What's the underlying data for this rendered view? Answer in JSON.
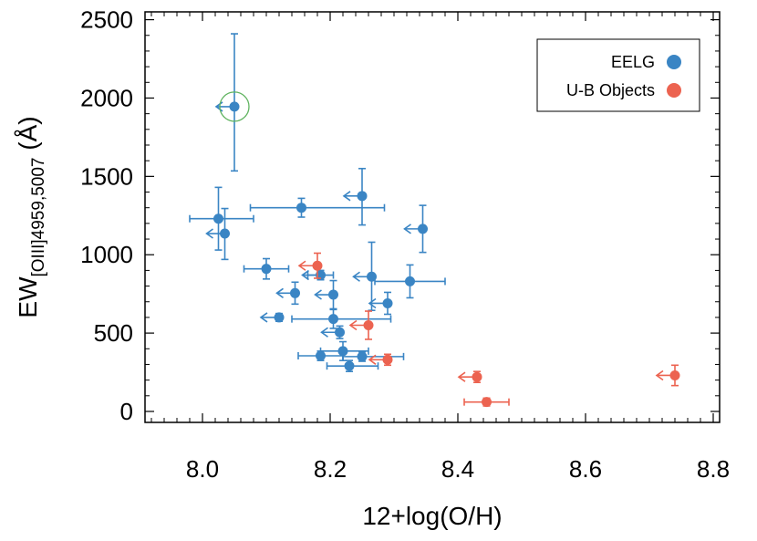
{
  "chart_data": {
    "type": "scatter",
    "xlabel": "12+log(O/H)",
    "ylabel_main": "EW",
    "ylabel_sub": "[OIII]4959,5007",
    "ylabel_unit": " (Å)",
    "xlim": [
      7.91,
      8.81
    ],
    "ylim": [
      -70,
      2550
    ],
    "x_ticks": [
      8.0,
      8.2,
      8.4,
      8.6,
      8.8
    ],
    "x_tick_labels": [
      "8.0",
      "8.2",
      "8.4",
      "8.6",
      "8.8"
    ],
    "y_ticks": [
      0,
      500,
      1000,
      1500,
      2000,
      2500
    ],
    "y_tick_labels": [
      "0",
      "500",
      "1000",
      "1500",
      "2000",
      "2500"
    ],
    "legend_position": "top-right",
    "series": [
      {
        "name": "EELG",
        "color": "#3a85c4",
        "points": [
          {
            "x": 8.05,
            "y": 1945,
            "xerr": [
              0,
              0
            ],
            "yerr": [
              410,
              465
            ],
            "upper_limit": true,
            "highlight": true
          },
          {
            "x": 8.025,
            "y": 1230,
            "xerr": [
              0.045,
              0.055
            ],
            "yerr": [
              200,
              200
            ],
            "upper_limit": false
          },
          {
            "x": 8.035,
            "y": 1135,
            "xerr": [
              0,
              0
            ],
            "yerr": [
              165,
              160
            ],
            "upper_limit": true
          },
          {
            "x": 8.155,
            "y": 1300,
            "xerr": [
              0.08,
              0.13
            ],
            "yerr": [
              60,
              60
            ],
            "upper_limit": false
          },
          {
            "x": 8.25,
            "y": 1375,
            "xerr": [
              0,
              0
            ],
            "yerr": [
              185,
              175
            ],
            "upper_limit": true
          },
          {
            "x": 8.345,
            "y": 1165,
            "xerr": [
              0,
              0
            ],
            "yerr": [
              150,
              150
            ],
            "upper_limit": true
          },
          {
            "x": 8.1,
            "y": 910,
            "xerr": [
              0.035,
              0.035
            ],
            "yerr": [
              65,
              65
            ],
            "upper_limit": false
          },
          {
            "x": 8.185,
            "y": 870,
            "xerr": [
              0.02,
              0.02
            ],
            "yerr": [
              30,
              30
            ],
            "upper_limit": true
          },
          {
            "x": 8.265,
            "y": 860,
            "xerr": [
              0,
              0
            ],
            "yerr": [
              215,
              220
            ],
            "upper_limit": true
          },
          {
            "x": 8.325,
            "y": 830,
            "xerr": [
              0.055,
              0.055
            ],
            "yerr": [
              105,
              105
            ],
            "upper_limit": false
          },
          {
            "x": 8.145,
            "y": 755,
            "xerr": [
              0,
              0
            ],
            "yerr": [
              70,
              70
            ],
            "upper_limit": true
          },
          {
            "x": 8.205,
            "y": 745,
            "xerr": [
              0,
              0
            ],
            "yerr": [
              90,
              90
            ],
            "upper_limit": true
          },
          {
            "x": 8.29,
            "y": 690,
            "xerr": [
              0,
              0
            ],
            "yerr": [
              70,
              70
            ],
            "upper_limit": true
          },
          {
            "x": 8.12,
            "y": 600,
            "xerr": [
              0,
              0
            ],
            "yerr": [
              25,
              25
            ],
            "upper_limit": true
          },
          {
            "x": 8.205,
            "y": 590,
            "xerr": [
              0.065,
              0.09
            ],
            "yerr": [
              60,
              60
            ],
            "upper_limit": false
          },
          {
            "x": 8.215,
            "y": 505,
            "xerr": [
              0,
              0
            ],
            "yerr": [
              40,
              40
            ],
            "upper_limit": true
          },
          {
            "x": 8.22,
            "y": 385,
            "xerr": [
              0.035,
              0.04
            ],
            "yerr": [
              60,
              60
            ],
            "upper_limit": false
          },
          {
            "x": 8.185,
            "y": 355,
            "xerr": [
              0.035,
              0.035
            ],
            "yerr": [
              30,
              30
            ],
            "upper_limit": false
          },
          {
            "x": 8.25,
            "y": 350,
            "xerr": [
              0.03,
              0.065
            ],
            "yerr": [
              30,
              30
            ],
            "upper_limit": false
          },
          {
            "x": 8.23,
            "y": 290,
            "xerr": [
              0.035,
              0.045
            ],
            "yerr": [
              35,
              35
            ],
            "upper_limit": false
          }
        ]
      },
      {
        "name": "U-B Objects",
        "color": "#ec6350",
        "points": [
          {
            "x": 8.18,
            "y": 930,
            "xerr": [
              0,
              0
            ],
            "yerr": [
              80,
              80
            ],
            "upper_limit": true
          },
          {
            "x": 8.26,
            "y": 550,
            "xerr": [
              0,
              0
            ],
            "yerr": [
              90,
              90
            ],
            "upper_limit": true
          },
          {
            "x": 8.29,
            "y": 330,
            "xerr": [
              0,
              0
            ],
            "yerr": [
              35,
              35
            ],
            "upper_limit": true
          },
          {
            "x": 8.43,
            "y": 220,
            "xerr": [
              0,
              0
            ],
            "yerr": [
              35,
              35
            ],
            "upper_limit": true
          },
          {
            "x": 8.445,
            "y": 60,
            "xerr": [
              0.035,
              0.035
            ],
            "yerr": [
              25,
              25
            ],
            "upper_limit": false
          },
          {
            "x": 8.74,
            "y": 230,
            "xerr": [
              0,
              0
            ],
            "yerr": [
              65,
              65
            ],
            "upper_limit": true
          }
        ]
      }
    ]
  },
  "legend": {
    "items": [
      {
        "label": "EELG",
        "color": "#3a85c4"
      },
      {
        "label": "U-B Objects",
        "color": "#ec6350"
      }
    ]
  }
}
